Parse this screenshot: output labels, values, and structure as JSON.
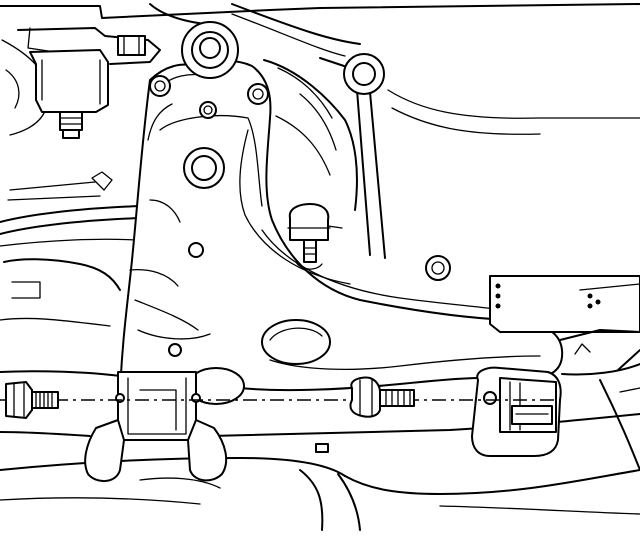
{
  "diagram": {
    "type": "technical-line-illustration",
    "subject": "front-suspension-lower-control-arm-removal",
    "line_color": "#000000",
    "background_color": "#ffffff",
    "parts": {
      "control_arm": "lower-control-arm",
      "front_bolt": "front-mounting-bolt",
      "rear_bolt": "rear-mounting-bolt",
      "rear_bushing": "rear-bushing-bracket",
      "ball_joint": "ball-joint-stud",
      "subframe": "subframe",
      "stabilizer_link": "stabilizer-link"
    }
  }
}
